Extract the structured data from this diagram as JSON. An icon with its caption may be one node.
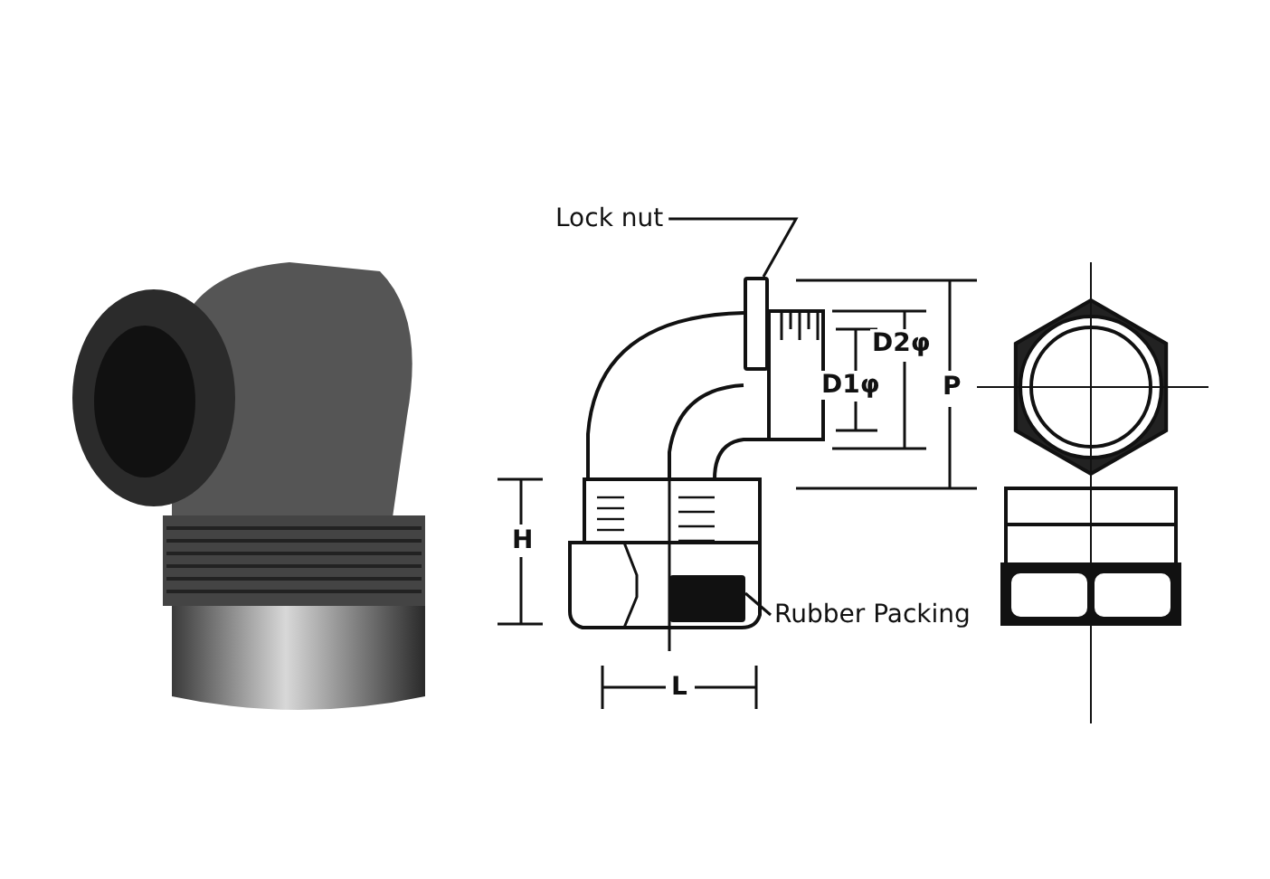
{
  "diagram": {
    "nodes": [
      {
        "text": [
          "Lock nut"
        ]
      },
      {
        "text": [],
        "shape": "box"
      },
      {
        "text": [
          "Rubber Packing"
        ]
      },
      {
        "text": [],
        "shape": "box"
      }
    ],
    "edges": [
      {
        "from": 0,
        "to": 1,
        "arrow": "none"
      },
      {
        "from": 2,
        "to": 3,
        "arrow": "none"
      }
    ],
    "labels": [
      "D2φ",
      "D1φ",
      "P",
      "H",
      "L"
    ]
  }
}
